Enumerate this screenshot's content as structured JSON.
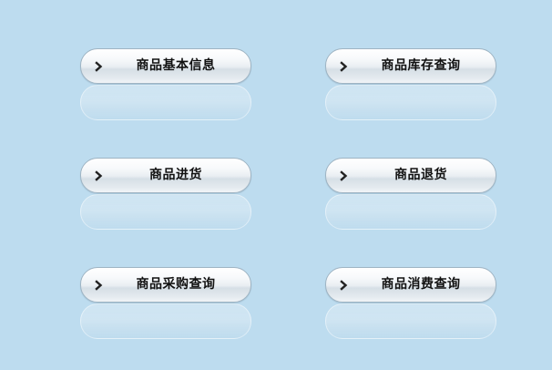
{
  "menu": {
    "buttons": [
      {
        "label": "商品基本信息",
        "icon": "chevron-right-icon"
      },
      {
        "label": "商品库存查询",
        "icon": "chevron-right-icon"
      },
      {
        "label": "商品进货",
        "icon": "chevron-right-icon"
      },
      {
        "label": "商品退货",
        "icon": "chevron-right-icon"
      },
      {
        "label": "商品采购查询",
        "icon": "chevron-right-icon"
      },
      {
        "label": "商品消费查询",
        "icon": "chevron-right-icon"
      }
    ]
  },
  "colors": {
    "background": "#bddcef",
    "button_text": "#111111",
    "arrow": "#222222"
  }
}
